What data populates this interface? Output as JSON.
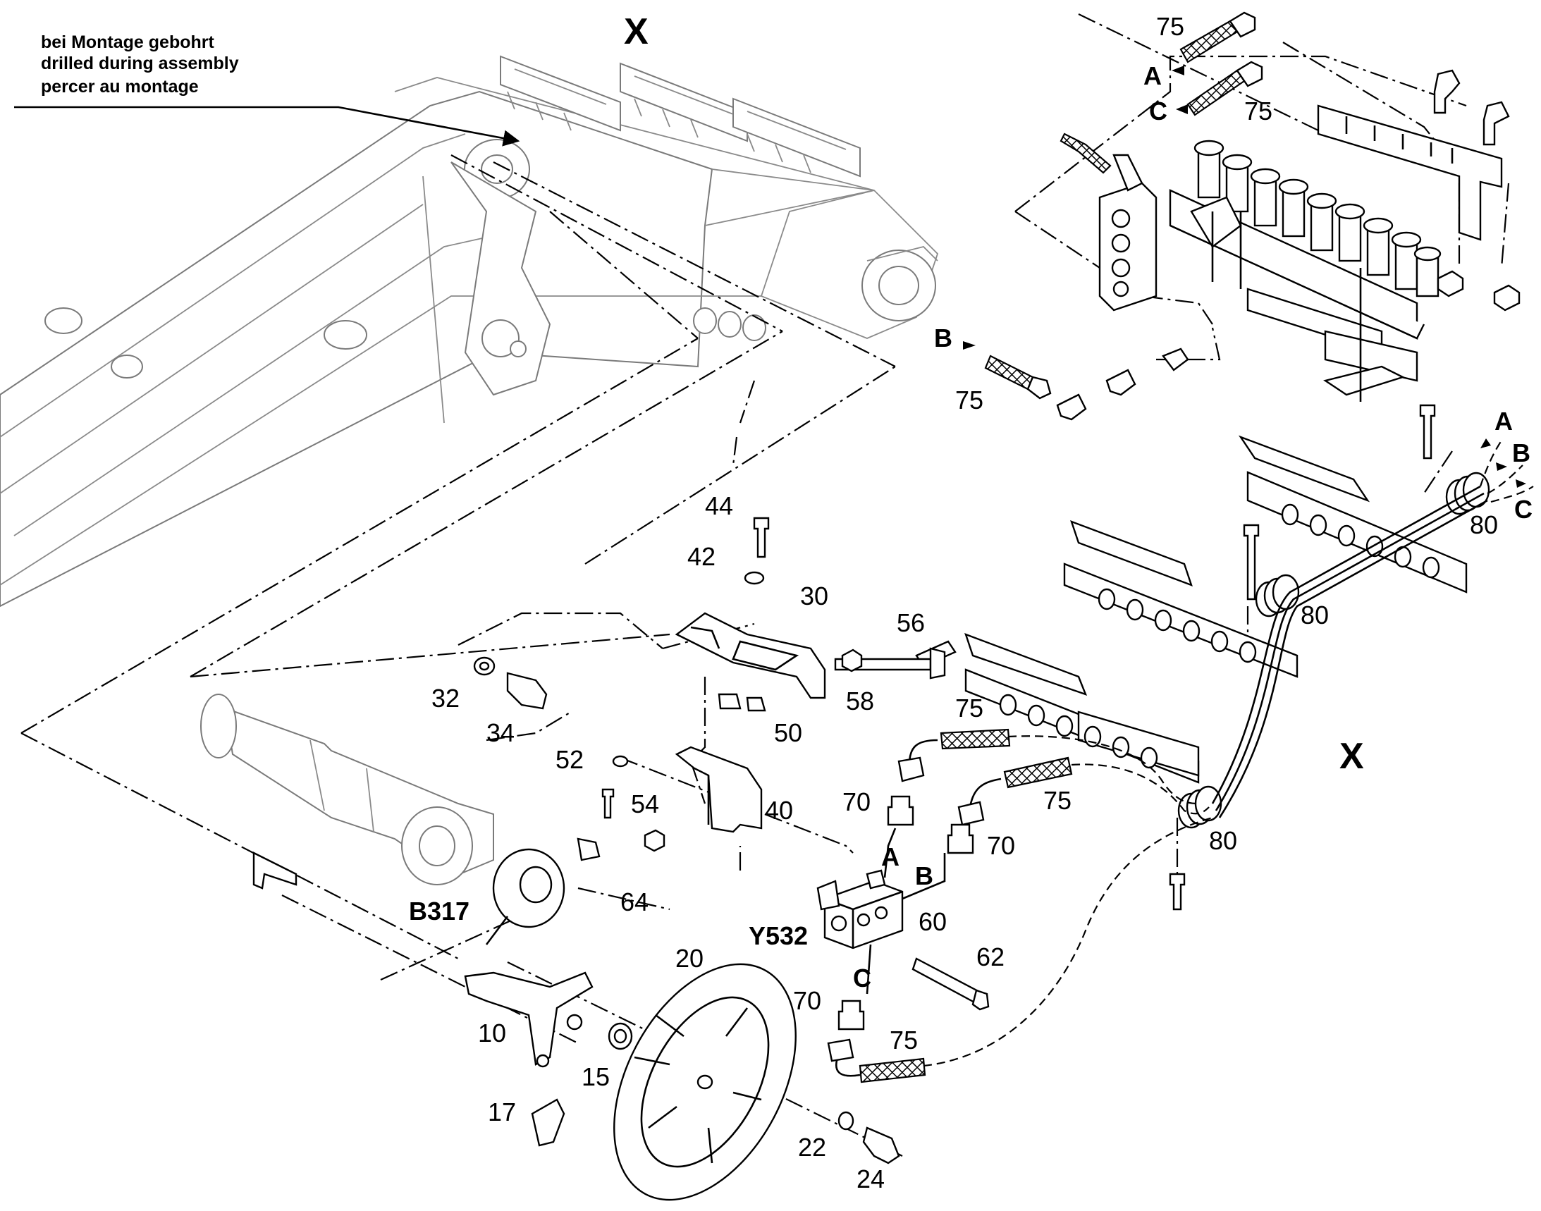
{
  "note": {
    "lines": [
      "bei Montage gebohrt",
      "drilled during assembly",
      "percer au montage"
    ]
  },
  "view_marks": {
    "top": "X",
    "right": "X"
  },
  "connection_letters": {
    "a": "A",
    "b": "B",
    "c": "C"
  },
  "callouts": {
    "p75": "75",
    "p80": "80",
    "p70": "70",
    "p44": "44",
    "p42": "42",
    "p30": "30",
    "p56": "56",
    "p58": "58",
    "p32": "32",
    "p34": "34",
    "p50": "50",
    "p52": "52",
    "p54": "54",
    "p40": "40",
    "p64": "64",
    "p60": "60",
    "p62": "62",
    "p10": "10",
    "p15": "15",
    "p17": "17",
    "p20": "20",
    "p22": "22",
    "p24": "24",
    "b317": "B317",
    "y532": "Y532"
  }
}
